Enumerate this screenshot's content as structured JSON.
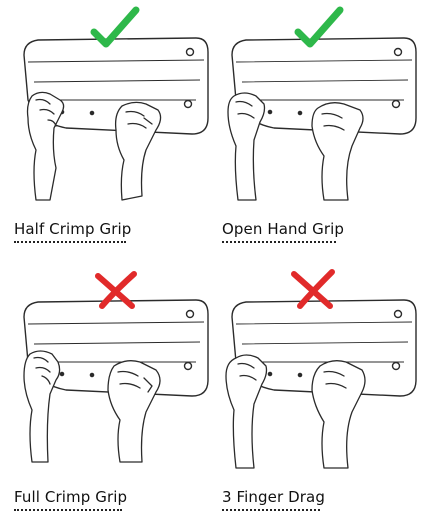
{
  "grips": [
    {
      "label": "Half Crimp Grip",
      "verdict": "correct",
      "mark_icon": "checkmark-icon"
    },
    {
      "label": "Open Hand Grip",
      "verdict": "correct",
      "mark_icon": "checkmark-icon"
    },
    {
      "label": "Full Crimp Grip",
      "verdict": "incorrect",
      "mark_icon": "cross-icon"
    },
    {
      "label": "3 Finger Drag",
      "verdict": "incorrect",
      "mark_icon": "cross-icon"
    }
  ],
  "colors": {
    "check": "#2eb84a",
    "cross": "#e12a2a",
    "line": "#2b2b2b",
    "board_fill": "#ffffff"
  }
}
